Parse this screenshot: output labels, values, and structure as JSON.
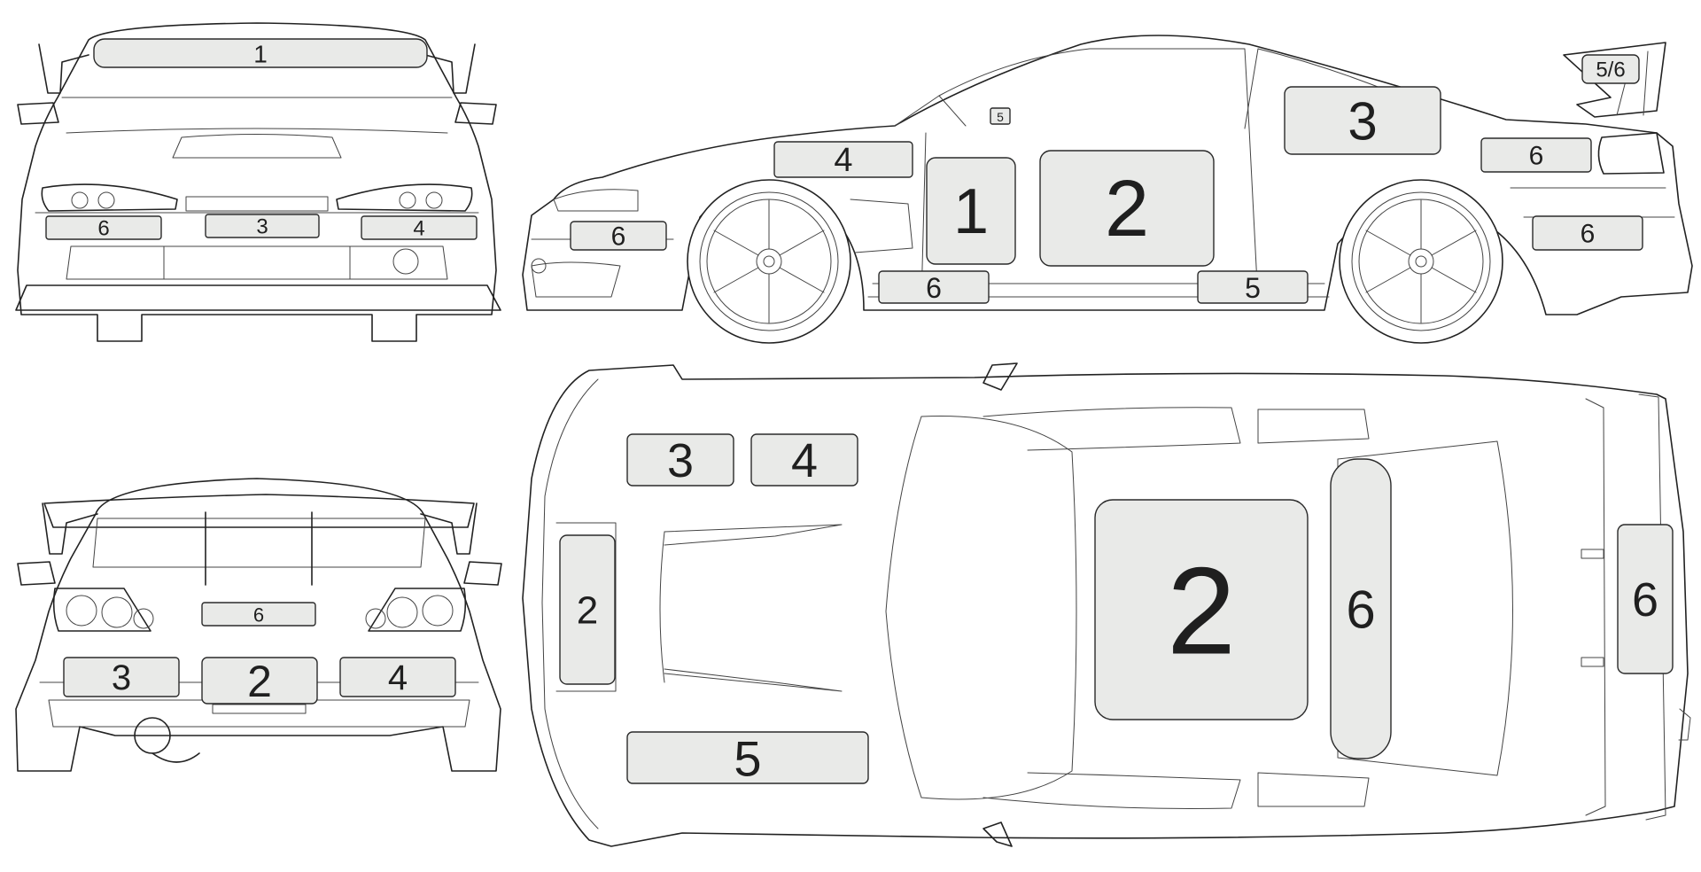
{
  "views": [
    {
      "id": "front",
      "zones": [
        {
          "label": "1"
        },
        {
          "label": "6"
        },
        {
          "label": "3"
        },
        {
          "label": "4"
        }
      ]
    },
    {
      "id": "side",
      "zones": [
        {
          "label": "4"
        },
        {
          "label": "1"
        },
        {
          "label": "2"
        },
        {
          "label": "3"
        },
        {
          "label": "6"
        },
        {
          "label": "6"
        },
        {
          "label": "6"
        },
        {
          "label": "6"
        },
        {
          "label": "5"
        },
        {
          "label": "5/6"
        },
        {
          "label": "5"
        }
      ]
    },
    {
      "id": "rear",
      "zones": [
        {
          "label": "6"
        },
        {
          "label": "3"
        },
        {
          "label": "2"
        },
        {
          "label": "4"
        }
      ]
    },
    {
      "id": "top",
      "zones": [
        {
          "label": "3"
        },
        {
          "label": "4"
        },
        {
          "label": "2"
        },
        {
          "label": "5"
        },
        {
          "label": "2"
        },
        {
          "label": "6"
        },
        {
          "label": "6"
        }
      ]
    }
  ]
}
